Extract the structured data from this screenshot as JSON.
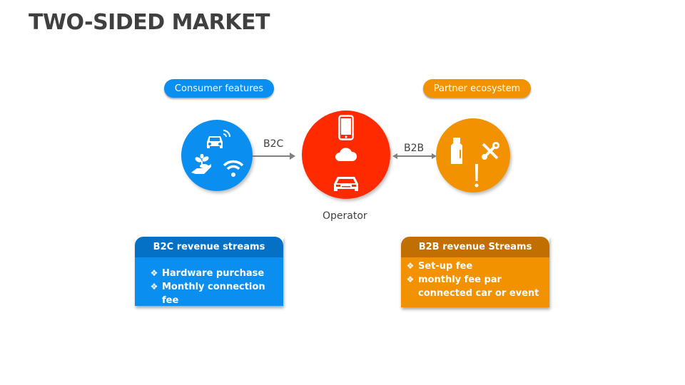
{
  "title": "TWO-SIDED MARKET",
  "consumer_side": {
    "pill_label": "Consumer features",
    "color": "#0a8ef0",
    "icons": [
      "connected-car-icon",
      "hand-plant-icon",
      "wifi-icon"
    ]
  },
  "operator": {
    "label": "Operator",
    "color": "#ff2a00",
    "icons": [
      "smartphone-icon",
      "cloud-icon",
      "car-icon"
    ]
  },
  "partner_side": {
    "pill_label": "Partner ecosystem",
    "color": "#f39200",
    "icons": [
      "bottle-icon",
      "tools-icon",
      "exclamation-icon"
    ]
  },
  "connections": {
    "b2c_label": "B2C",
    "b2b_label": "B2B"
  },
  "b2c_box": {
    "header": "B2C revenue streams",
    "bullet": "❖",
    "items": [
      "Hardware purchase",
      "Monthly connection fee"
    ]
  },
  "b2b_box": {
    "header": "B2B revenue Streams",
    "bullet": "❖",
    "items": [
      "Set-up fee",
      "monthly fee par connected car or event"
    ]
  }
}
